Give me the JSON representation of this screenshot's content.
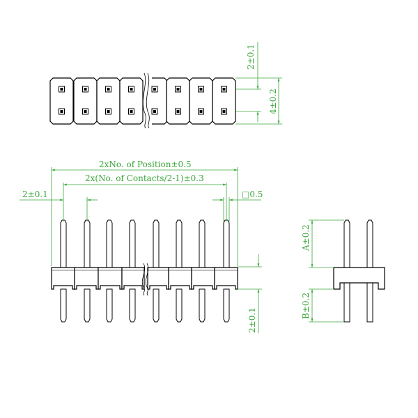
{
  "colors": {
    "dimension": "#3aa63a",
    "outline": "#000000",
    "background": "#ffffff"
  },
  "top_view": {
    "dim_pitch_vertical": "2±0.1",
    "dim_row_spacing": "4±0.2"
  },
  "front_view": {
    "dim_total_length": "2xNo. of Position±0.5",
    "dim_contact_span": "2x(No. of Contacts/2-1)±0.3",
    "dim_pitch": "2±0.1",
    "dim_pin_square": "□0.5",
    "dim_body_height": "2±0.1"
  },
  "side_view": {
    "dim_a": "A±0.2",
    "dim_b": "B±0.2"
  }
}
